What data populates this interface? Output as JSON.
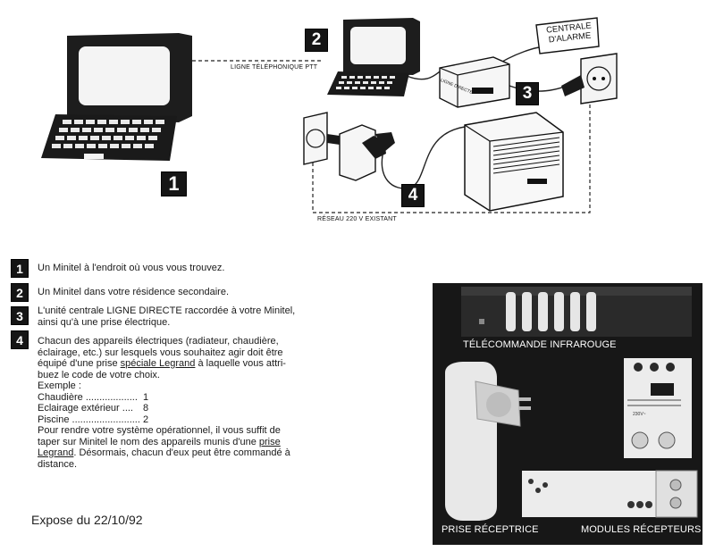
{
  "diagram": {
    "markers": [
      "1",
      "2",
      "3",
      "4"
    ],
    "line_label": "LIGNE TÉLÉPHONIQUE PTT",
    "central_label_line1": "CENTRALE",
    "central_label_line2": "D'ALARME",
    "device_label": "LIGNE DIRECTE",
    "network_label": "RÉSEAU 220 V EXISTANT"
  },
  "legend": {
    "items": [
      {
        "num": "1",
        "text": "Un Minitel à l'endroit où vous vous trouvez."
      },
      {
        "num": "2",
        "text": "Un Minitel dans votre résidence secondaire."
      },
      {
        "num": "3",
        "line1": "L'unité centrale LIGNE DIRECTE raccordée à votre Minitel,",
        "line2": "ainsi qu'à une prise électrique."
      },
      {
        "num": "4",
        "l1": "Chacun des appareils électriques (radiateur, chaudière,",
        "l2": "éclairage, etc.) sur lesquels vous souhaitez agir doit être",
        "l3a": "équipé d'une prise ",
        "l3u": "spéciale Legrand",
        "l3b": " à laquelle vous attri-",
        "l4": "buez le code de votre choix.",
        "example_title": "Exemple :",
        "examples": [
          {
            "label": "Chaudière ...................",
            "code": "1"
          },
          {
            "label": "Eclairage extérieur ....",
            "code": "8"
          },
          {
            "label": "Piscine .........................",
            "code": "2"
          }
        ],
        "p2_l1": "Pour rendre votre système opérationnel, il vous suffit de",
        "p2_l2a": "taper sur Minitel le nom des appareils munis d'une ",
        "p2_l2u": "prise",
        "p2_l3u": "Legrand",
        "p2_l3b": ". Désormais, chacun d'eux peut être commandé à",
        "p2_l4": "distance."
      }
    ]
  },
  "footer": {
    "expose": "Expose du 22/10/92"
  },
  "photo": {
    "label_remote": "TÉLÉCOMMANDE INFRAROUGE",
    "label_plug": "PRISE RÉCEPTRICE",
    "label_modules": "MODULES RÉCEPTEURS",
    "module_small_text": "230V~"
  }
}
